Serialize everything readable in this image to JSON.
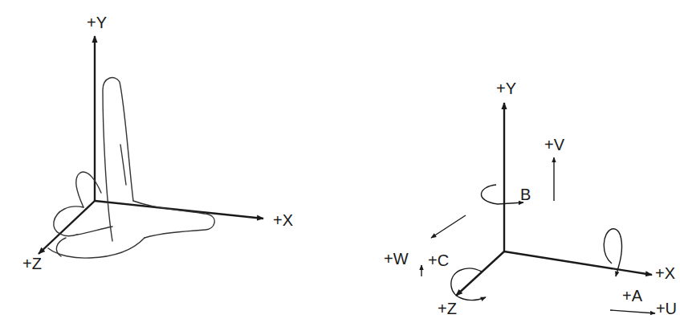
{
  "diagram": {
    "labels": [
      "+Y",
      "+X",
      "+Z",
      "+Y",
      "+V",
      "B",
      "+W",
      "+C",
      "+A",
      "+X",
      "+Z",
      "+U"
    ]
  }
}
